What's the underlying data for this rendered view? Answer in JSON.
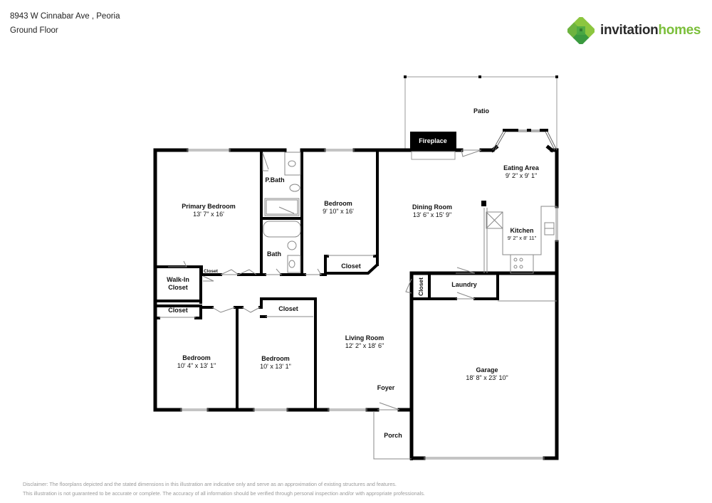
{
  "header": {
    "address": "8943 W Cinnabar Ave , Peoria",
    "floor": "Ground Floor"
  },
  "logo": {
    "icon": "clover-house-logo-icon",
    "text_part1": "invitation",
    "text_part2": "homes",
    "colors": {
      "dark": "#2b2b2b",
      "green": "#7bbf3a",
      "icon_light": "#8cc63f",
      "icon_dark": "#3a9a3f"
    }
  },
  "rooms": {
    "patio": {
      "name": "Patio"
    },
    "fireplace": {
      "name": "Fireplace"
    },
    "eating_area": {
      "name": "Eating Area",
      "dims": "9' 2\" x 9' 1\""
    },
    "primary_bedroom": {
      "name": "Primary Bedroom",
      "dims": "13' 7\" x 16'"
    },
    "p_bath": {
      "name": "P.Bath"
    },
    "bath": {
      "name": "Bath"
    },
    "bedroom_top": {
      "name": "Bedroom",
      "dims": "9' 10\" x 16'"
    },
    "closet_top": {
      "name": "Closet"
    },
    "dining_room": {
      "name": "Dining Room",
      "dims": "13' 6\" x 15' 9\""
    },
    "kitchen": {
      "name": "Kitchen",
      "dims": "9' 2\" x 8' 11\""
    },
    "walk_in_closet": {
      "name1": "Walk-In",
      "name2": "Closet"
    },
    "small_closet": {
      "name": "Closet"
    },
    "closet_left": {
      "name": "Closet"
    },
    "closet_mid": {
      "name": "Closet"
    },
    "closet_vertical": {
      "name": "Closet"
    },
    "laundry": {
      "name": "Laundry"
    },
    "bedroom_left": {
      "name": "Bedroom",
      "dims": "10' 4\" x 13' 1\""
    },
    "bedroom_mid": {
      "name": "Bedroom",
      "dims": "10' x 13' 1\""
    },
    "living_room": {
      "name": "Living Room",
      "dims": "12' 2\" x 18' 6\""
    },
    "foyer": {
      "name": "Foyer"
    },
    "porch": {
      "name": "Porch"
    },
    "garage": {
      "name": "Garage",
      "dims": "18' 8\" x 23' 10\""
    }
  },
  "disclaimer": {
    "line1": "Disclaimer: The floorplans depicted and the stated dimensions in this illustration are indicative only and serve as an approximation of existing structures and features.",
    "line2": "This illustration is not guaranteed to be accurate or complete. The accuracy of all information should be verified through personal inspection and/or with appropriate professionals."
  }
}
